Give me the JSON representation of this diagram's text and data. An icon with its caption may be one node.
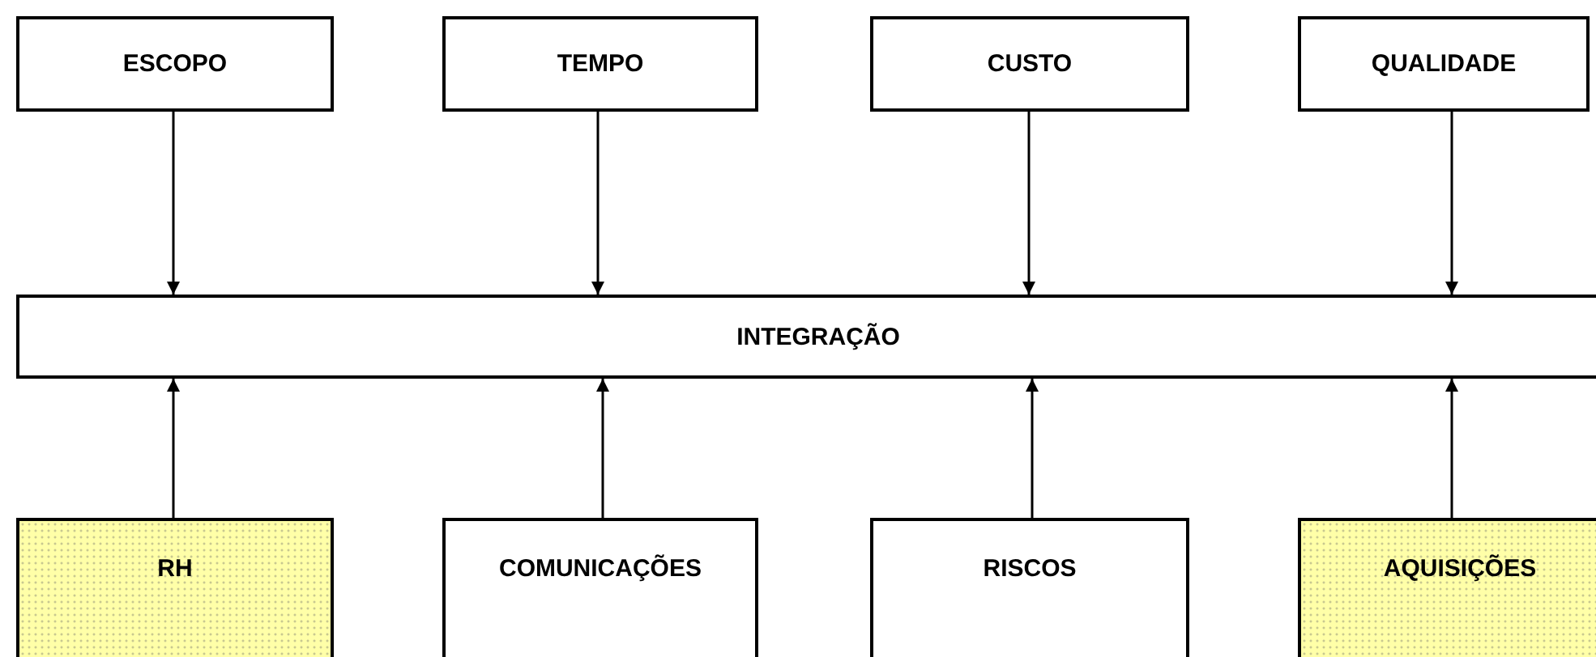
{
  "diagram": {
    "nodes": [
      {
        "text": [
          "ESCOPO"
        ]
      },
      {
        "text": [
          "TEMPO"
        ]
      },
      {
        "text": [
          "CUSTO"
        ]
      },
      {
        "text": [
          "QUALIDADE"
        ]
      },
      {
        "text": [
          "INTEGRAÇÃO"
        ]
      },
      {
        "text": [
          "RH"
        ]
      },
      {
        "text": [
          "COMUNICAÇÕES"
        ]
      },
      {
        "text": [
          "RISCOS"
        ]
      },
      {
        "text": [
          "AQUISIÇÕES"
        ]
      }
    ],
    "edges": [
      {
        "from": 0,
        "to": 4,
        "arrow": "to"
      },
      {
        "from": 1,
        "to": 4,
        "arrow": "to"
      },
      {
        "from": 2,
        "to": 4,
        "arrow": "to"
      },
      {
        "from": 3,
        "to": 4,
        "arrow": "to"
      },
      {
        "from": 5,
        "to": 4,
        "arrow": "to"
      },
      {
        "from": 6,
        "to": 4,
        "arrow": "to"
      },
      {
        "from": 7,
        "to": 4,
        "arrow": "to"
      },
      {
        "from": 8,
        "to": 4,
        "arrow": "to"
      }
    ]
  }
}
